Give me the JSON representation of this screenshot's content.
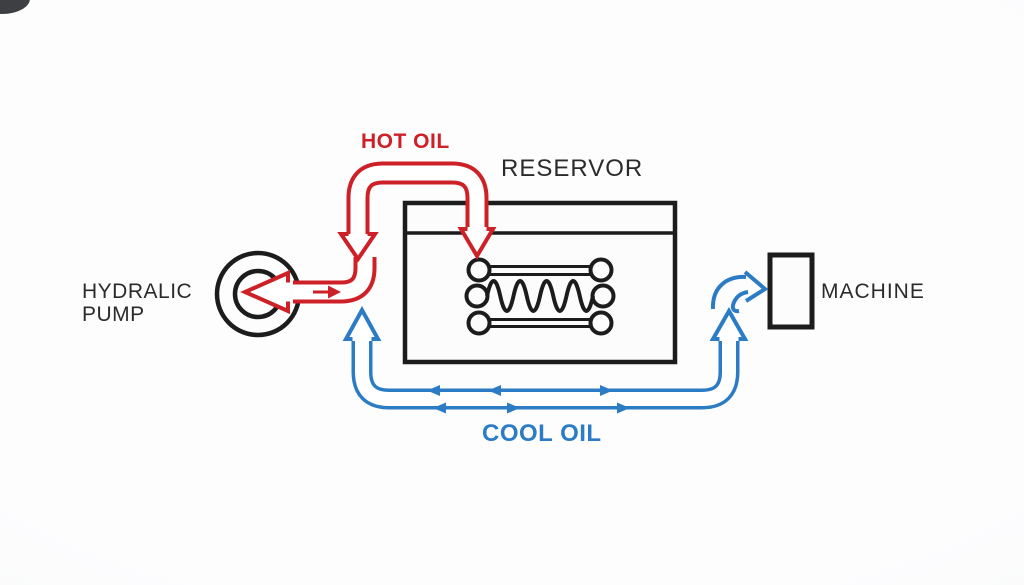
{
  "labels": {
    "hot_oil": "HOT OIL",
    "reservoir": "RESERVOR",
    "pump_line1": "HYDRALIC",
    "pump_line2": "PUMP",
    "machine": "MACHINE",
    "cool_oil": "COOL OIL"
  },
  "colors": {
    "hot": "#ce2127",
    "cool": "#2b7cc5",
    "outline": "#1c1c1c",
    "label": "#2b2b2b",
    "white": "#ffffff",
    "background": "#fafafa"
  }
}
